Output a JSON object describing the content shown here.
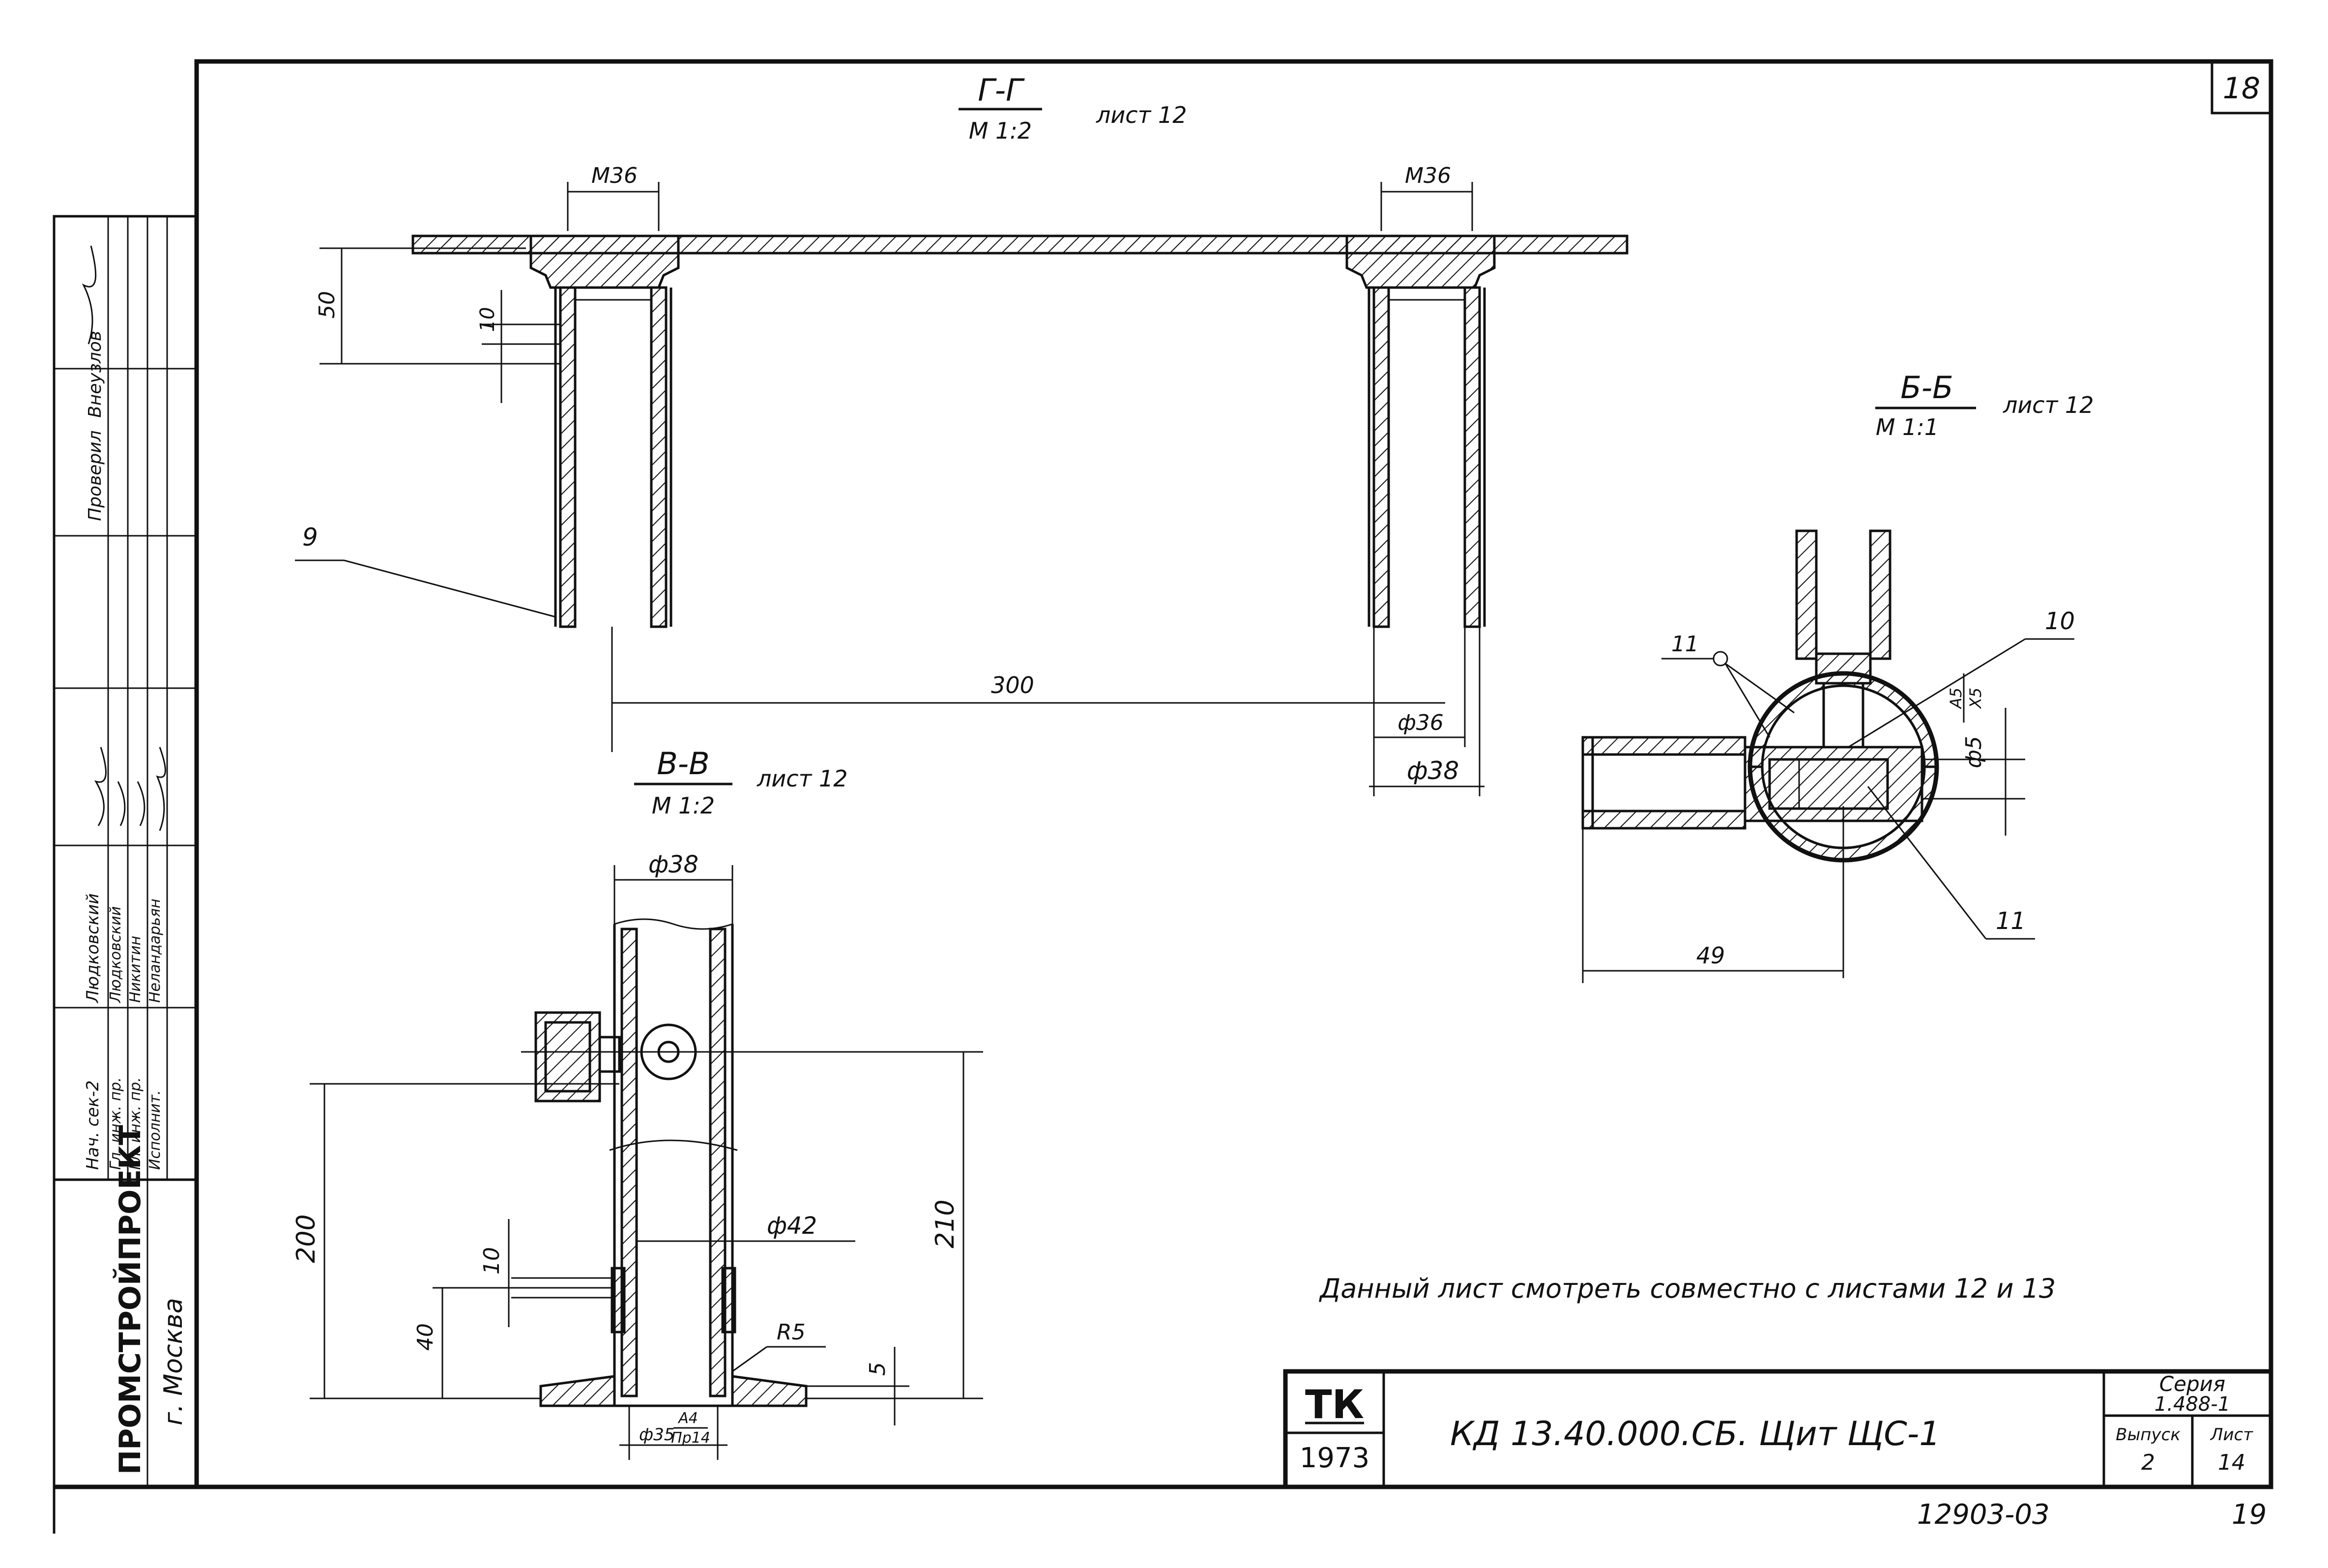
{
  "sheet": {
    "sheet_number": "18",
    "note": "Данный лист смотреть совместно с листами 12 и 13",
    "bottom_code": "12903-03",
    "bottom_page": "19"
  },
  "stamp": {
    "org": "ПРОМСТРОЙПРОЕКТ",
    "city": "г. Москва",
    "roles": [
      "Нач. сек-2",
      "Гл. инж. пр.",
      "Гл. инж. пр.",
      "Исполнит."
    ],
    "names": [
      "Людковский",
      "Людковский",
      "Никитин",
      "Неландарьян"
    ],
    "checked_label": "Проверил",
    "checked_name": "Внеузлов"
  },
  "titleblock": {
    "tk_label": "ТК",
    "year": "1973",
    "doc_title": "КД 13.40.000.СБ. Щит ЩС-1",
    "series_label": "Серия",
    "series_value": "1.488-1",
    "issue_label": "Выпуск",
    "issue_value": "2",
    "list_label": "Лист",
    "list_value": "14"
  },
  "sections": {
    "gg": {
      "title": "Г-Г",
      "scale": "М 1:2",
      "ref": "лист 12",
      "dim_m36_left": "М36",
      "dim_m36_right": "М36",
      "dim_50": "50",
      "dim_10": "10",
      "dim_300": "300",
      "dim_d36": "ф36",
      "dim_d38": "ф38",
      "leader_9": "9"
    },
    "bb": {
      "title": "Б-Б",
      "scale": "М 1:1",
      "ref": "лист 12",
      "leader_10": "10",
      "leader_11_top": "11",
      "leader_11_bottom": "11",
      "dim_d5": "ф5",
      "dim_a5": "А5",
      "dim_x5": "Х5",
      "dim_49": "49"
    },
    "vv": {
      "title": "В-В",
      "scale": "М 1:2",
      "ref": "лист 12",
      "dim_d38": "ф38",
      "dim_d42": "ф42",
      "dim_200": "200",
      "dim_210": "210",
      "dim_10": "10",
      "dim_40": "40",
      "dim_r5": "R5",
      "dim_5": "5",
      "dim_d35": "ф35",
      "dim_a4": "А4",
      "dim_pr4": "Пр14"
    }
  }
}
